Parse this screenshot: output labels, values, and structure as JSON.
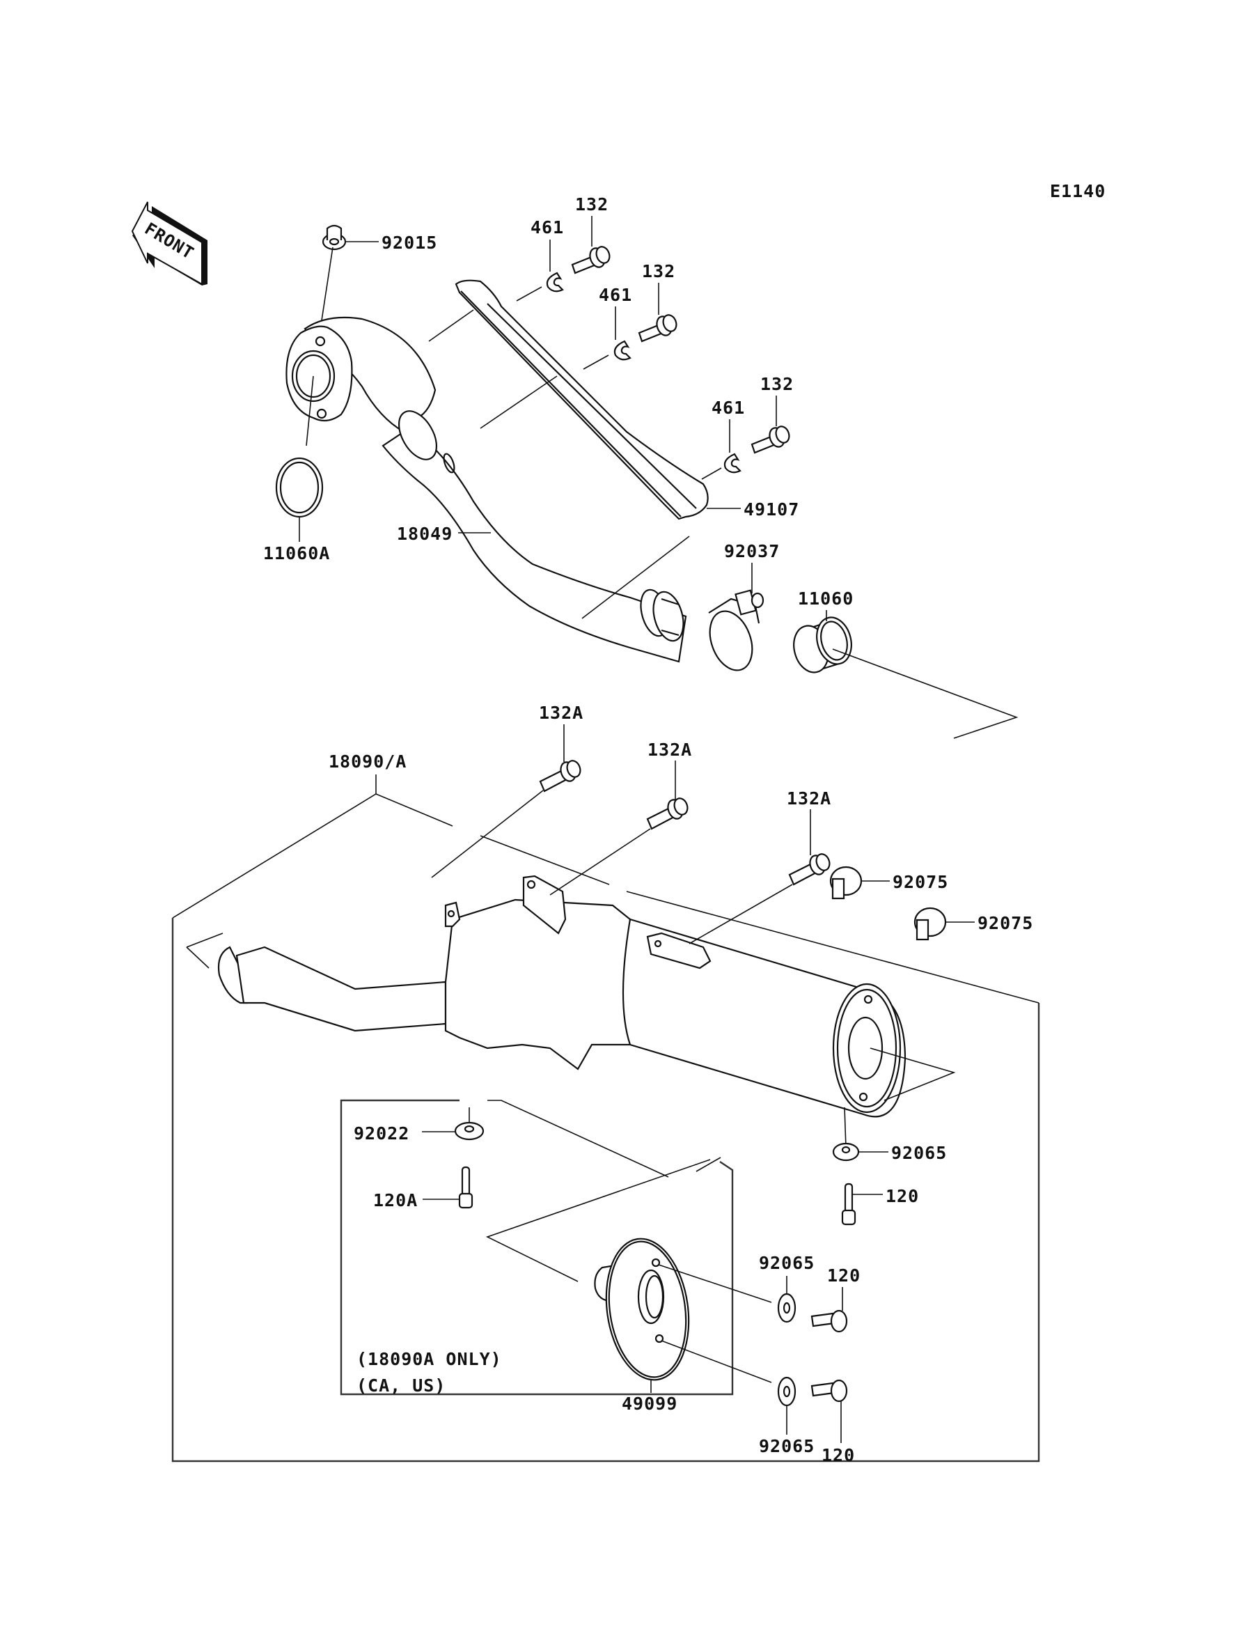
{
  "diagram": {
    "code": "E1140",
    "front_arrow": "FRONT",
    "note_lines": [
      "(18090A ONLY)",
      "(CA, US)"
    ]
  },
  "parts": [
    {
      "id": "p92015",
      "number": "92015",
      "desc": "flange nut"
    },
    {
      "id": "p11060A",
      "number": "11060A",
      "desc": "gasket"
    },
    {
      "id": "p18049",
      "number": "18049",
      "desc": "exhaust header pipe"
    },
    {
      "id": "p461a",
      "number": "461",
      "desc": "collar"
    },
    {
      "id": "p132a",
      "number": "132",
      "desc": "bolt"
    },
    {
      "id": "p461b",
      "number": "461",
      "desc": "collar"
    },
    {
      "id": "p132b",
      "number": "132",
      "desc": "bolt"
    },
    {
      "id": "p461c",
      "number": "461",
      "desc": "collar"
    },
    {
      "id": "p132c",
      "number": "132",
      "desc": "bolt"
    },
    {
      "id": "p49107",
      "number": "49107",
      "desc": "heat guard"
    },
    {
      "id": "p92037",
      "number": "92037",
      "desc": "clamp"
    },
    {
      "id": "p11060",
      "number": "11060",
      "desc": "gasket"
    },
    {
      "id": "p18090A",
      "number": "18090/A",
      "desc": "muffler"
    },
    {
      "id": "p132A1",
      "number": "132A",
      "desc": "bolt"
    },
    {
      "id": "p132A2",
      "number": "132A",
      "desc": "bolt"
    },
    {
      "id": "p132A3",
      "number": "132A",
      "desc": "bolt"
    },
    {
      "id": "p92075a",
      "number": "92075",
      "desc": "damper"
    },
    {
      "id": "p92075b",
      "number": "92075",
      "desc": "damper"
    },
    {
      "id": "p92022",
      "number": "92022",
      "desc": "washer"
    },
    {
      "id": "p120A",
      "number": "120A",
      "desc": "bolt"
    },
    {
      "id": "p92065a",
      "number": "92065",
      "desc": "washer"
    },
    {
      "id": "p120a",
      "number": "120",
      "desc": "bolt"
    },
    {
      "id": "p92065b",
      "number": "92065",
      "desc": "washer"
    },
    {
      "id": "p120b",
      "number": "120",
      "desc": "bolt"
    },
    {
      "id": "p92065c",
      "number": "92065",
      "desc": "washer"
    },
    {
      "id": "p120c",
      "number": "120",
      "desc": "bolt"
    },
    {
      "id": "p49099",
      "number": "49099",
      "desc": "spark arrester"
    }
  ]
}
